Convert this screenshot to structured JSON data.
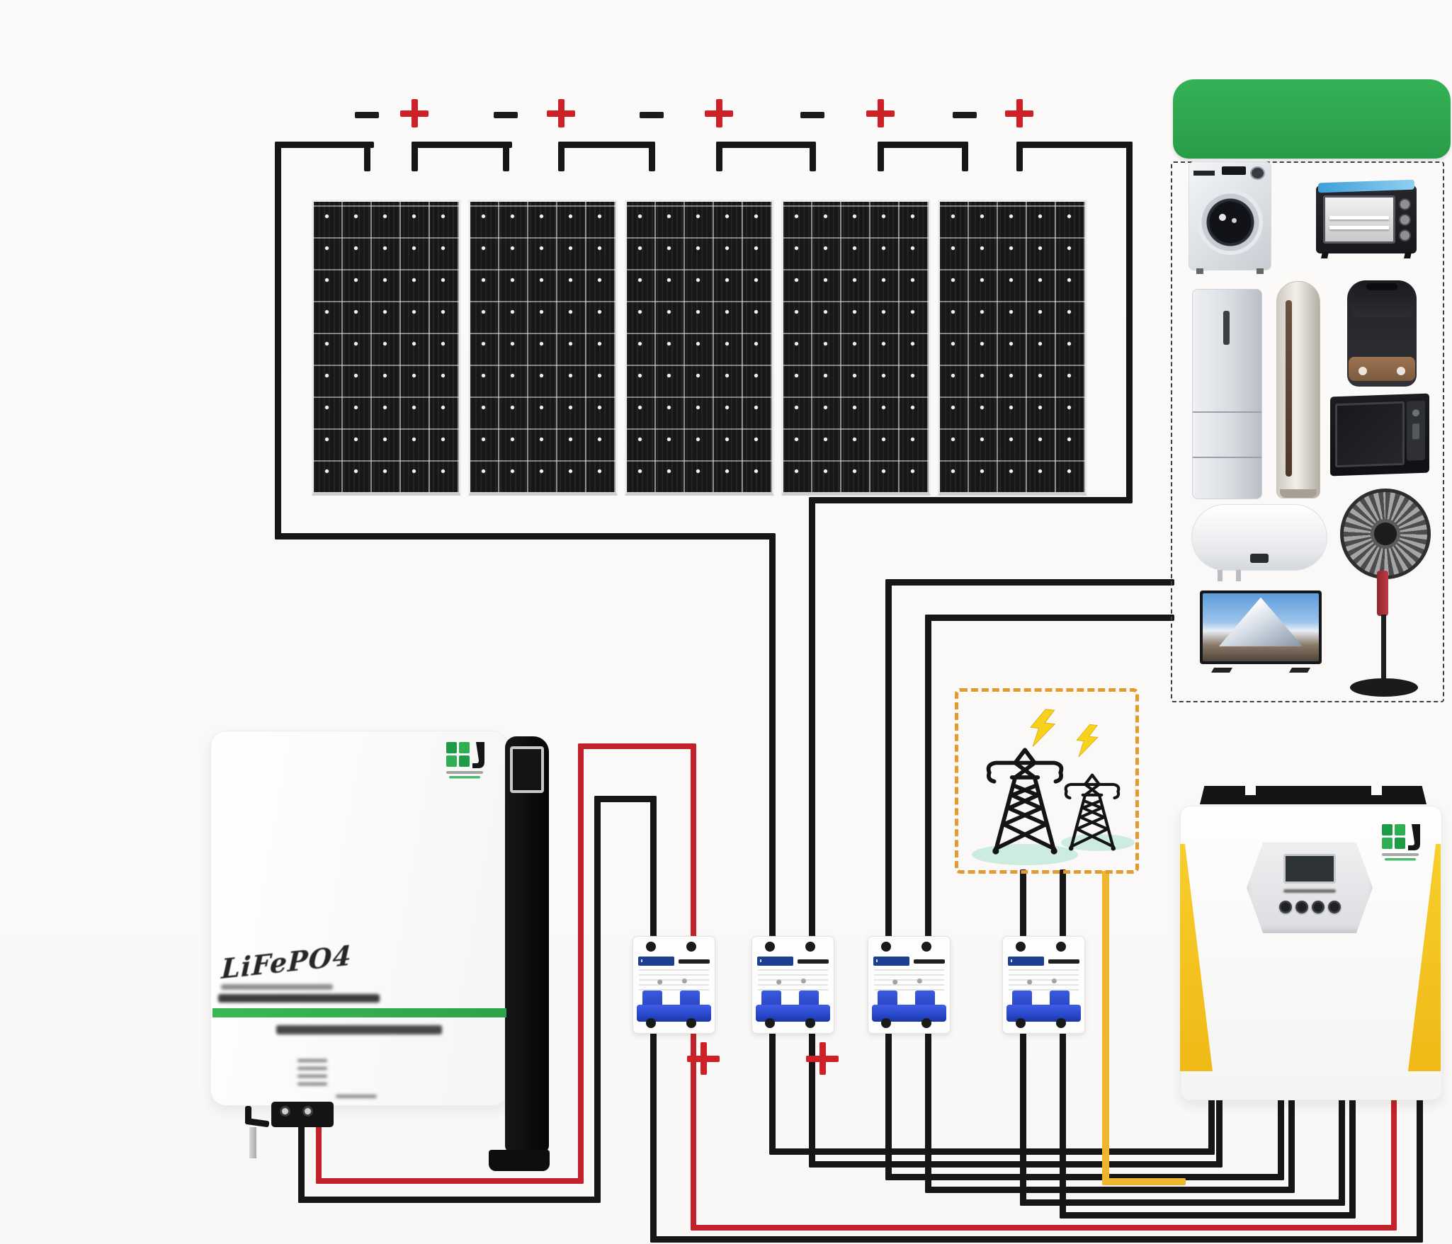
{
  "colors": {
    "background": "#fbfaf9",
    "wire_black": "#161616",
    "wire_red": "#c1222b",
    "wire_yellow": "#eeb62c",
    "plus_red": "#ce2127",
    "green_header": "#2fa84f",
    "battery_stripe_green": "#35b24d",
    "appliance_box_dash": "#3f3f3f",
    "grid_box_dash": "#e29b2f",
    "breaker_toggle_blue": "#2c4bd1",
    "breaker_label_blue": "#1d3f8f",
    "lightning_yellow": "#f6d21c",
    "ground_teal": "#cbecdf",
    "inverter_accent_yellow": "#f5c41d",
    "solar_cell_black": "#171717"
  },
  "solar_string": {
    "panel_count": 5,
    "terminals": [
      {
        "sign": "-"
      },
      {
        "sign": "+"
      },
      {
        "sign": "-"
      },
      {
        "sign": "+"
      },
      {
        "sign": "-"
      },
      {
        "sign": "+"
      },
      {
        "sign": "-"
      },
      {
        "sign": "+"
      },
      {
        "sign": "-"
      },
      {
        "sign": "+"
      }
    ]
  },
  "battery": {
    "script_label": "LiFePO4",
    "logo": "HJ"
  },
  "inverter": {
    "logo": "HJ"
  },
  "breakers": {
    "count": 4,
    "positive_marks": [
      "+",
      "+"
    ]
  },
  "grid_utility": {
    "tower_count": 2,
    "lightning_count": 2
  },
  "appliances": [
    "washing-machine",
    "toaster-oven",
    "refrigerator",
    "air-conditioner",
    "rice-cooker",
    "microwave-oven",
    "water-heater",
    "stand-fan",
    "television"
  ]
}
